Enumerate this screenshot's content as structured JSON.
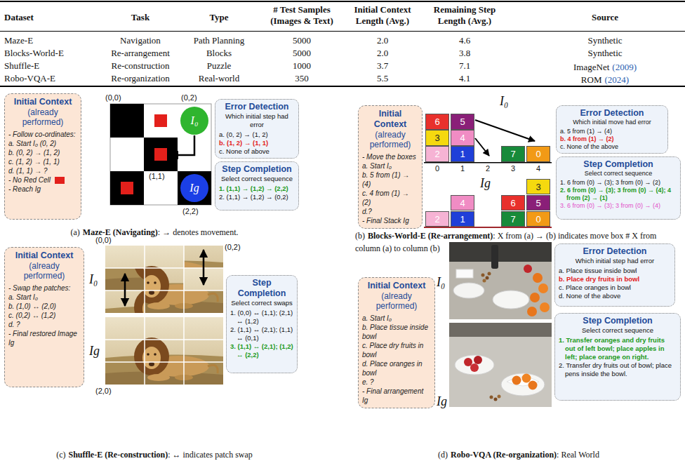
{
  "diagram": {
    "nodes": [
      {
        "text": [
          "Initial Context",
          "(already performed)",
          "- Follow co-ordinates:",
          "a. Start I₀ (0, 2)",
          "b. (0, 2) → (1, 2)",
          "c. (1, 2) → (1, 1)",
          "d. (1, 1) → ?",
          "- No Red Cell",
          "- Reach Ig"
        ]
      },
      {
        "text": [
          "I₀"
        ]
      },
      {
        "text": [
          "Ig"
        ]
      },
      {
        "text": [
          "Error Detection",
          "Which initial step had error",
          "a. (0, 2) → (1, 2)",
          "b. (1, 2) → (1, 1)",
          "c. None of above"
        ]
      },
      {
        "text": [
          "Step Completion",
          "Select correct sequence",
          "1. (1,1) → (1,2) → (2,2)",
          "2. (1,1) → (1,2) → (0,2)"
        ]
      },
      {
        "text": [
          "Initial Context",
          "(already performed)",
          "- Move the boxes",
          "a. Start I₀",
          "b. 5 from (1) → (4)",
          "c. 4 from (1) → (2)",
          "d.?",
          "- Final Stack Ig"
        ]
      },
      {
        "text": [
          "6"
        ]
      },
      {
        "text": [
          "5"
        ]
      },
      {
        "text": [
          "3"
        ]
      },
      {
        "text": [
          "4"
        ]
      },
      {
        "text": [
          "2"
        ]
      },
      {
        "text": [
          "1"
        ]
      },
      {
        "text": [
          "7"
        ]
      },
      {
        "text": [
          "0"
        ]
      },
      {
        "text": [
          "3"
        ]
      },
      {
        "text": [
          "4"
        ]
      },
      {
        "text": [
          "6"
        ]
      },
      {
        "text": [
          "5"
        ]
      },
      {
        "text": [
          "2"
        ]
      },
      {
        "text": [
          "1"
        ]
      },
      {
        "text": [
          "7"
        ]
      },
      {
        "text": [
          "0"
        ]
      },
      {
        "text": [
          "Error Detection",
          "Which initial move had error",
          "a. 5 from (1) → (4)",
          "b. 4 from (1) → (2)",
          "c. None of the above"
        ]
      },
      {
        "text": [
          "Step Completion",
          "Select correct sequence",
          "1. 6 from (0) → (3); 3 from (0) → (2)",
          "2. 6 from (0) → (3); 3 from (0) → (4); 4 from (2) → (1)",
          "3. 6 from (0) → (3); 3 from (0) → (4)"
        ]
      },
      {
        "text": [
          "Initial Context",
          "(already performed)",
          "- Swap the patches:",
          "a. Start I₀",
          "b. (1,0) ↔ (2,0)",
          "c. (0,2) ↔ (1,2)",
          "d. ?",
          "- Final restored Image Ig"
        ]
      },
      {
        "text": [
          "Step Completion",
          "Select correct swaps",
          "1. (0,0) ↔ (1,1); (2,1) ↔ (1,2)",
          "2. (1,1) ↔ (2,1); (1,1) ↔ (0,1)",
          "3. (1,1) ↔ (2,1); (1,2) ↔ (2,2)"
        ]
      },
      {
        "text": [
          "Initial Context",
          "(already performed)",
          "a. Start I₀",
          "b. Place tissue inside bowl",
          "c. Place dry fruits in bowl",
          "d. Place oranges in bowl",
          "e. ?",
          "- Final arrangement Ig"
        ]
      },
      {
        "text": [
          "Error Detection",
          "Which initial step had error",
          "a. Place tissue inside bowl",
          "b. Place dry fruits in bowl",
          "c. Place oranges in bowl",
          "d. None of the above"
        ]
      },
      {
        "text": [
          "Step Completion",
          "Select correct sequence",
          "1. Transfer oranges and dry fruits out of left bowl; place apples in left; place orange on right.",
          "2. Transfer dry fruits out of bowl; place pens inside the bowl."
        ]
      }
    ],
    "labels": [
      "Dataset",
      "Task",
      "Type",
      "# Test Samples (Images & Text)",
      "Initial Context Length (Avg.)",
      "Remaining Step Length (Avg.)",
      "Source",
      "Maze-E",
      "Navigation",
      "Path Planning",
      "5000",
      "2.0",
      "4.6",
      "Synthetic",
      "Blocks-World-E",
      "Re-arrangement",
      "Blocks",
      "5000",
      "2.0",
      "3.8",
      "Synthetic",
      "Shuffle-E",
      "Re-construction",
      "Puzzle",
      "1000",
      "3.7",
      "7.1",
      "ImageNet",
      "(2009)",
      "Robo-VQA-E",
      "Re-organization",
      "Real-world",
      "350",
      "5.5",
      "4.1",
      "ROM",
      "(2024)",
      "(0,0)",
      "(0,2)",
      "(1,1)",
      "(2,2)",
      "(a)",
      "Maze-E (Navigating)",
      ": → denotes movement.",
      "I₀",
      "0",
      "1",
      "2",
      "3",
      "4",
      "Ig",
      "(b)",
      "Blocks-World-E (Re-arrangement)",
      ": X from (a) → (b) indicates move box # X from column (a) to column (b)",
      "(0,0)",
      "(0,2)",
      "I₀",
      "Ig",
      "(2,0)",
      "(c)",
      "Shuffle-E (Re-construction)",
      ": ↔ indicates patch swap",
      "I₀",
      "Ig",
      "(d)",
      "Robo-VQA (Re-organization)",
      ": Real World"
    ]
  }
}
